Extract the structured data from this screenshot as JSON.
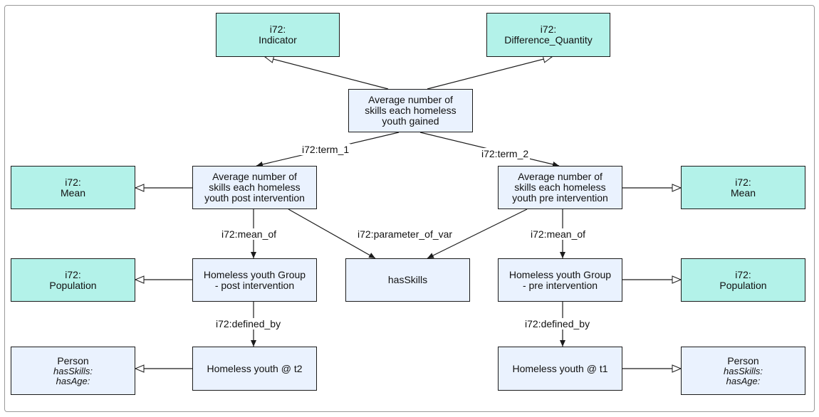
{
  "nodes": {
    "indicator": {
      "lines": [
        "i72:",
        "Indicator"
      ]
    },
    "difference": {
      "lines": [
        "i72:",
        "Difference_Quantity"
      ]
    },
    "avg_gained": {
      "lines": [
        "Average number of",
        "skills each homeless",
        "youth gained"
      ]
    },
    "avg_post": {
      "lines": [
        "Average number of",
        "skills each homeless",
        "youth post intervention"
      ]
    },
    "avg_pre": {
      "lines": [
        "Average number of",
        "skills each homeless",
        "youth pre intervention"
      ]
    },
    "mean_left": {
      "lines": [
        "i72:",
        "Mean"
      ]
    },
    "mean_right": {
      "lines": [
        "i72:",
        "Mean"
      ]
    },
    "has_skills": {
      "lines": [
        "hasSkills"
      ]
    },
    "group_post": {
      "lines": [
        "Homeless youth Group",
        "- post intervention"
      ]
    },
    "group_pre": {
      "lines": [
        "Homeless youth Group",
        "- pre intervention"
      ]
    },
    "pop_left": {
      "lines": [
        "i72:",
        "Population"
      ]
    },
    "pop_right": {
      "lines": [
        "i72:",
        "Population"
      ]
    },
    "youth_t2": {
      "lines": [
        "Homeless youth @ t2"
      ]
    },
    "youth_t1": {
      "lines": [
        "Homeless youth @ t1"
      ]
    },
    "person_left": {
      "title": "Person",
      "attrs": [
        "hasSkills:",
        "hasAge:"
      ]
    },
    "person_right": {
      "title": "Person",
      "attrs": [
        "hasSkills:",
        "hasAge:"
      ]
    }
  },
  "edge_labels": {
    "term_1": "i72:term_1",
    "term_2": "i72:term_2",
    "mean_of_left": "i72:mean_of",
    "mean_of_right": "i72:mean_of",
    "parameter_of_var": "i72:parameter_of_var",
    "defined_by_left": "i72:defined_by",
    "defined_by_right": "i72:defined_by"
  },
  "colors": {
    "class_fill": "#b3f2e9",
    "instance_fill": "#eaf2fe",
    "border": "#1b1b1b"
  }
}
